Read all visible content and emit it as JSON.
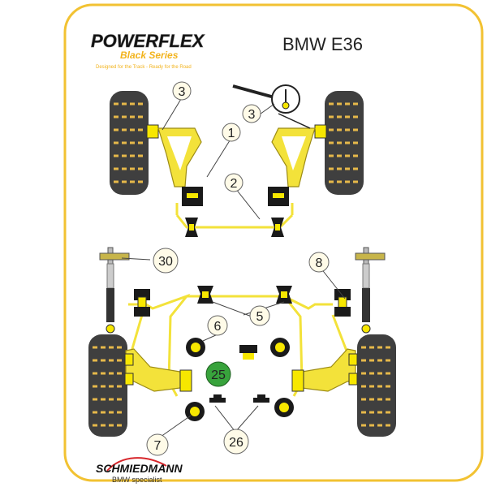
{
  "header": {
    "brand": "POWERFLEX",
    "series": "Black Series",
    "tagline": "Designed for the Track - Ready for the Road",
    "model": "BMW E36"
  },
  "footer": {
    "dealer": "SCHMIEDMANN",
    "dealer_sub": "BMW specialist"
  },
  "part_labels": {
    "front_upper_left": "3",
    "front_upper_right": "3",
    "front_arm": "1",
    "front_rear_mount": "2",
    "rear_shock_top": "30",
    "rear_drop_link": "8",
    "rear_antiroll": "5",
    "rear_diff_front": "6",
    "rear_diff_center": "25",
    "rear_trailing": "7",
    "rear_diff_rear": "26"
  },
  "colors": {
    "background": "#ffffff",
    "border": "#f2c232",
    "tyre_dark": "#3f3f3f",
    "tyre_stripe": "#e6b84a",
    "suspension_line": "#f3e23a",
    "bush_black": "#1a1a1a",
    "bush_yellow": "#f7e700",
    "label_circle": "#fffbe8",
    "label_green": "#38a33c",
    "brand_gold": "#f2b31c",
    "dealer_red": "#d7262b"
  }
}
